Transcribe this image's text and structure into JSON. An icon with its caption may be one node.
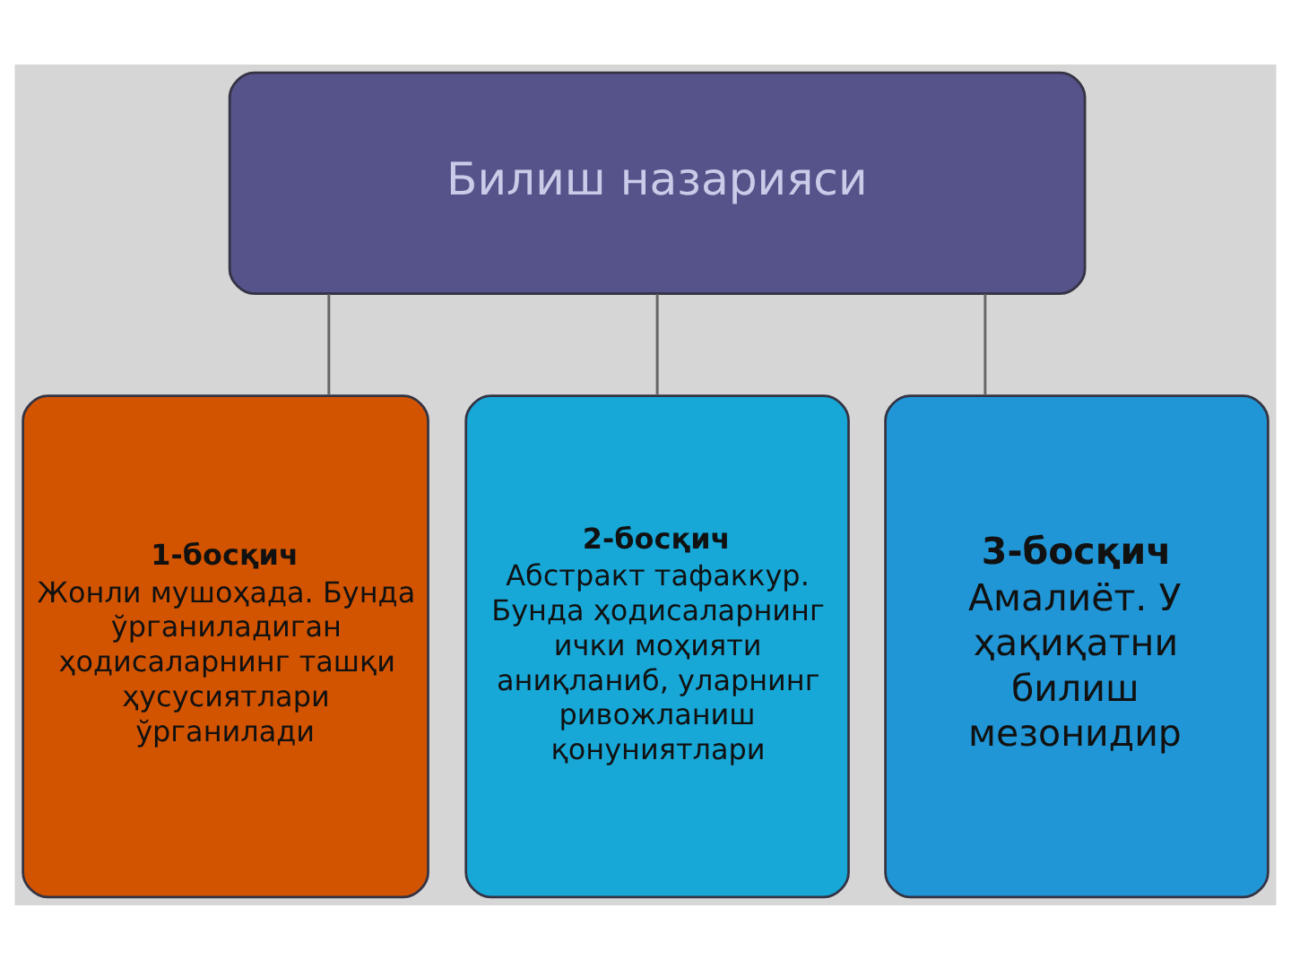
{
  "diagram": {
    "nodes": [
      {
        "text": [
          "Билиш назарияси"
        ]
      },
      {
        "text": [
          "1-босқич",
          "Жонли мушоҳада. Бунда ўрганиладиган ҳодисаларнинг ташқи ҳусусиятлари ўрганилади"
        ]
      },
      {
        "text": [
          "2-босқич",
          "Абстракт тафаккур. Бунда ҳодисаларнинг ички моҳияти аниқланиб, уларнинг ривожланиш қонуниятлари"
        ]
      },
      {
        "text": [
          "3-босқич",
          "Амалиёт. У ҳақиқатни билиш мезонидир"
        ]
      }
    ],
    "edges": [
      {
        "from": 0,
        "to": 1,
        "arrow": "none"
      },
      {
        "from": 0,
        "to": 2,
        "arrow": "none"
      },
      {
        "from": 0,
        "to": 3,
        "arrow": "none"
      }
    ]
  }
}
